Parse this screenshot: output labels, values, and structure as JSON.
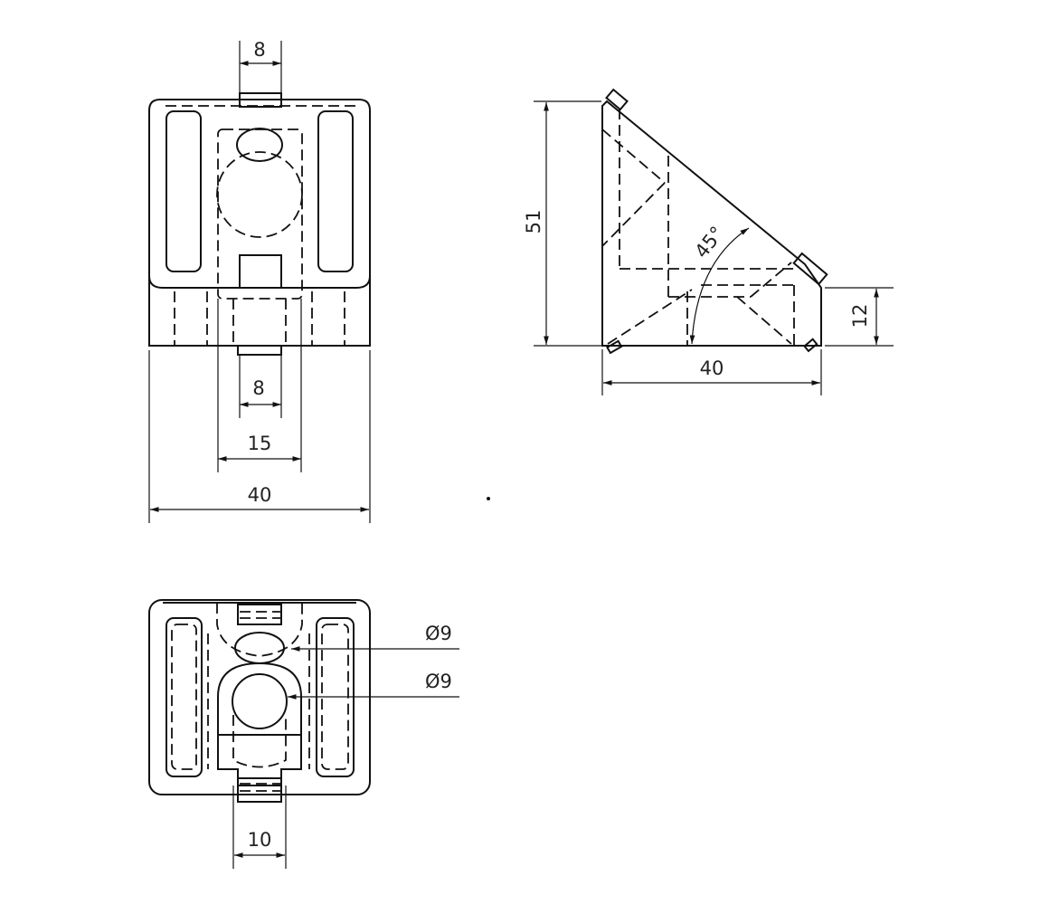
{
  "colors": {
    "line": "#111111",
    "background": "#ffffff"
  },
  "front_view": {
    "dim_top_tab": "8",
    "dim_bottom_tab": "8",
    "dim_inner_width": "15",
    "dim_overall_width": "40"
  },
  "side_view": {
    "dim_height": "51",
    "dim_angle": "45°",
    "dim_foot_height": "12",
    "dim_base_width": "40"
  },
  "bottom_view": {
    "dim_hole_upper": "Ø9",
    "dim_hole_lower": "Ø9",
    "dim_tab_width": "10"
  }
}
